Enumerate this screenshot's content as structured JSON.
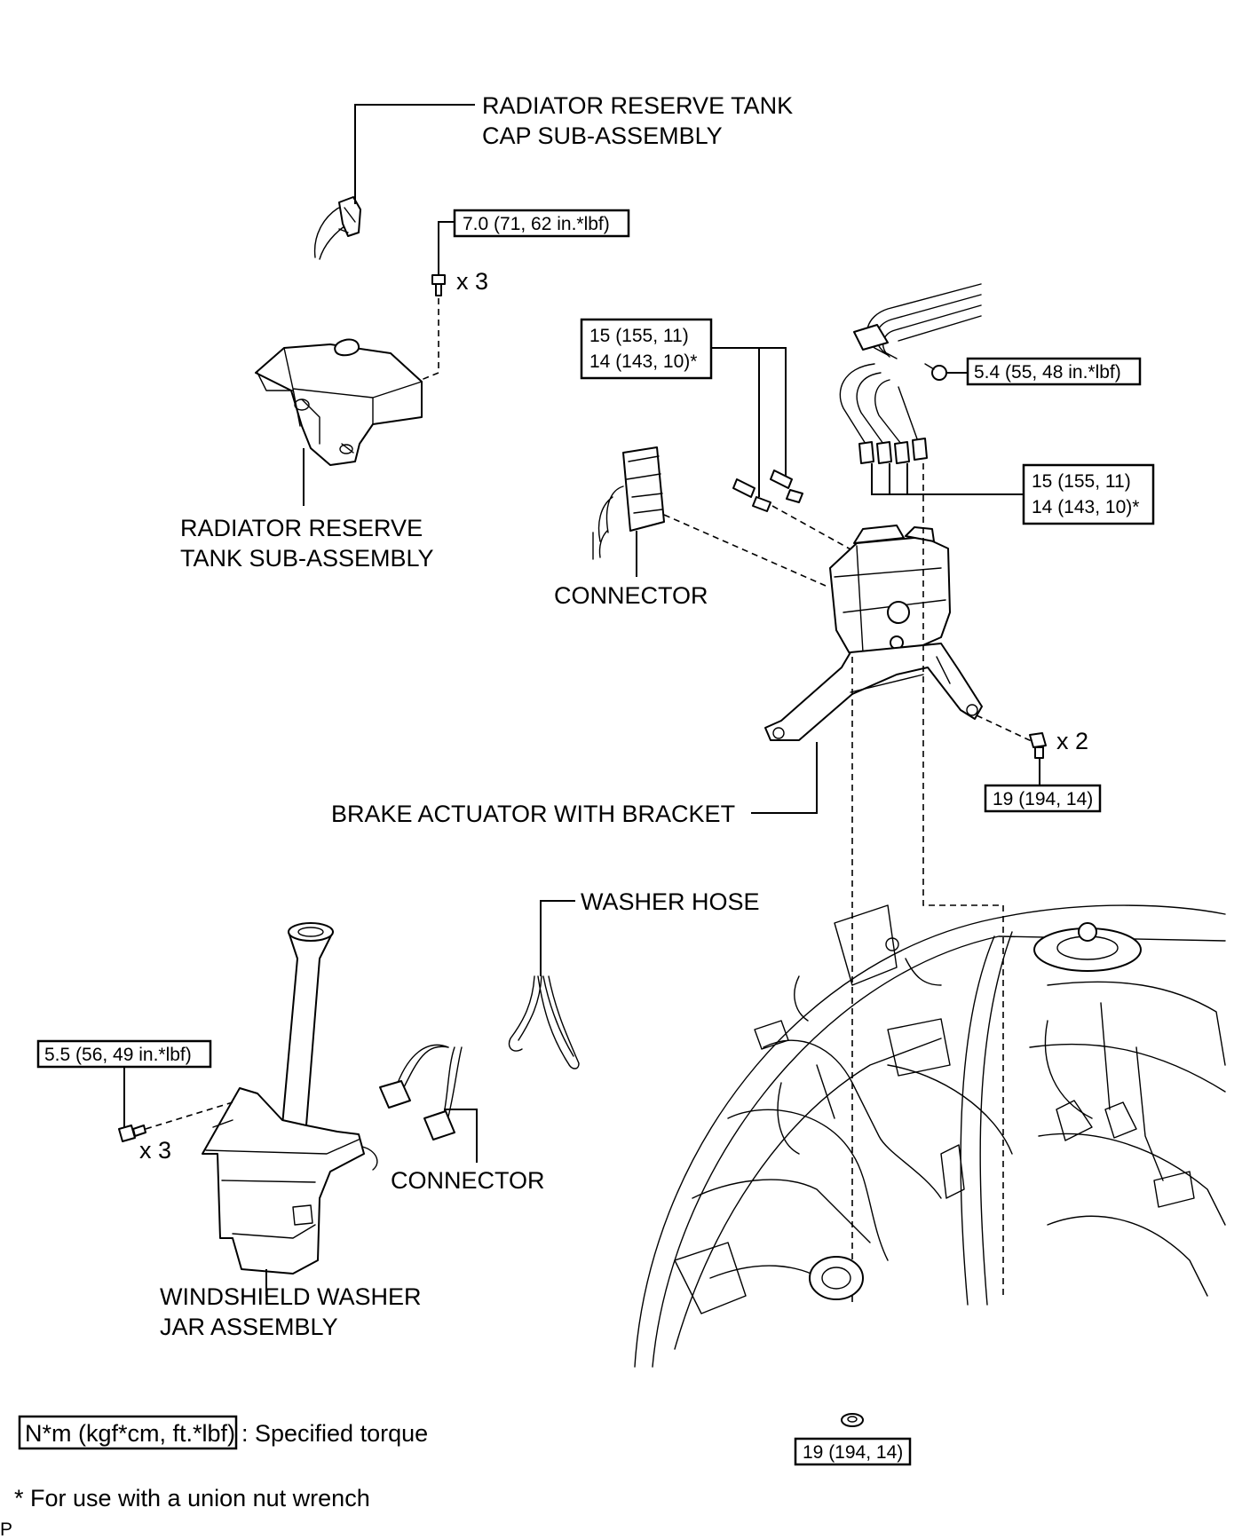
{
  "labels": {
    "reserve_tank_cap": [
      "RADIATOR RESERVE TANK",
      "CAP SUB-ASSEMBLY"
    ],
    "reserve_tank": [
      "RADIATOR RESERVE",
      "TANK SUB-ASSEMBLY"
    ],
    "connector_upper": "CONNECTOR",
    "brake_actuator": "BRAKE ACTUATOR WITH BRACKET",
    "washer_hose": "WASHER HOSE",
    "connector_lower": "CONNECTOR",
    "washer_jar": [
      "WINDSHIELD WASHER",
      "JAR ASSEMBLY"
    ]
  },
  "torques": {
    "tank_bolt": "7.0 (71, 62 in.*lbf)",
    "actuator_tube_left": [
      "15 (155, 11)",
      "14 (143, 10)*"
    ],
    "actuator_tube_right": [
      "15 (155, 11)",
      "14 (143, 10)*"
    ],
    "clamp_bolt": "5.4 (55, 48 in.*lbf)",
    "bracket_bolt": "19 (194, 14)",
    "bottom_nut": "19 (194, 14)",
    "jar_bolt": "5.5 (56, 49 in.*lbf)"
  },
  "quantities": {
    "tank_bolt": "x 3",
    "bracket_bolt": "x 2",
    "jar_bolt": "x 3"
  },
  "legend": {
    "box_text": "N*m (kgf*cm, ft.*lbf)",
    "description": ": Specified torque",
    "footnote": "* For use with a union nut wrench"
  },
  "corner_mark": "P"
}
